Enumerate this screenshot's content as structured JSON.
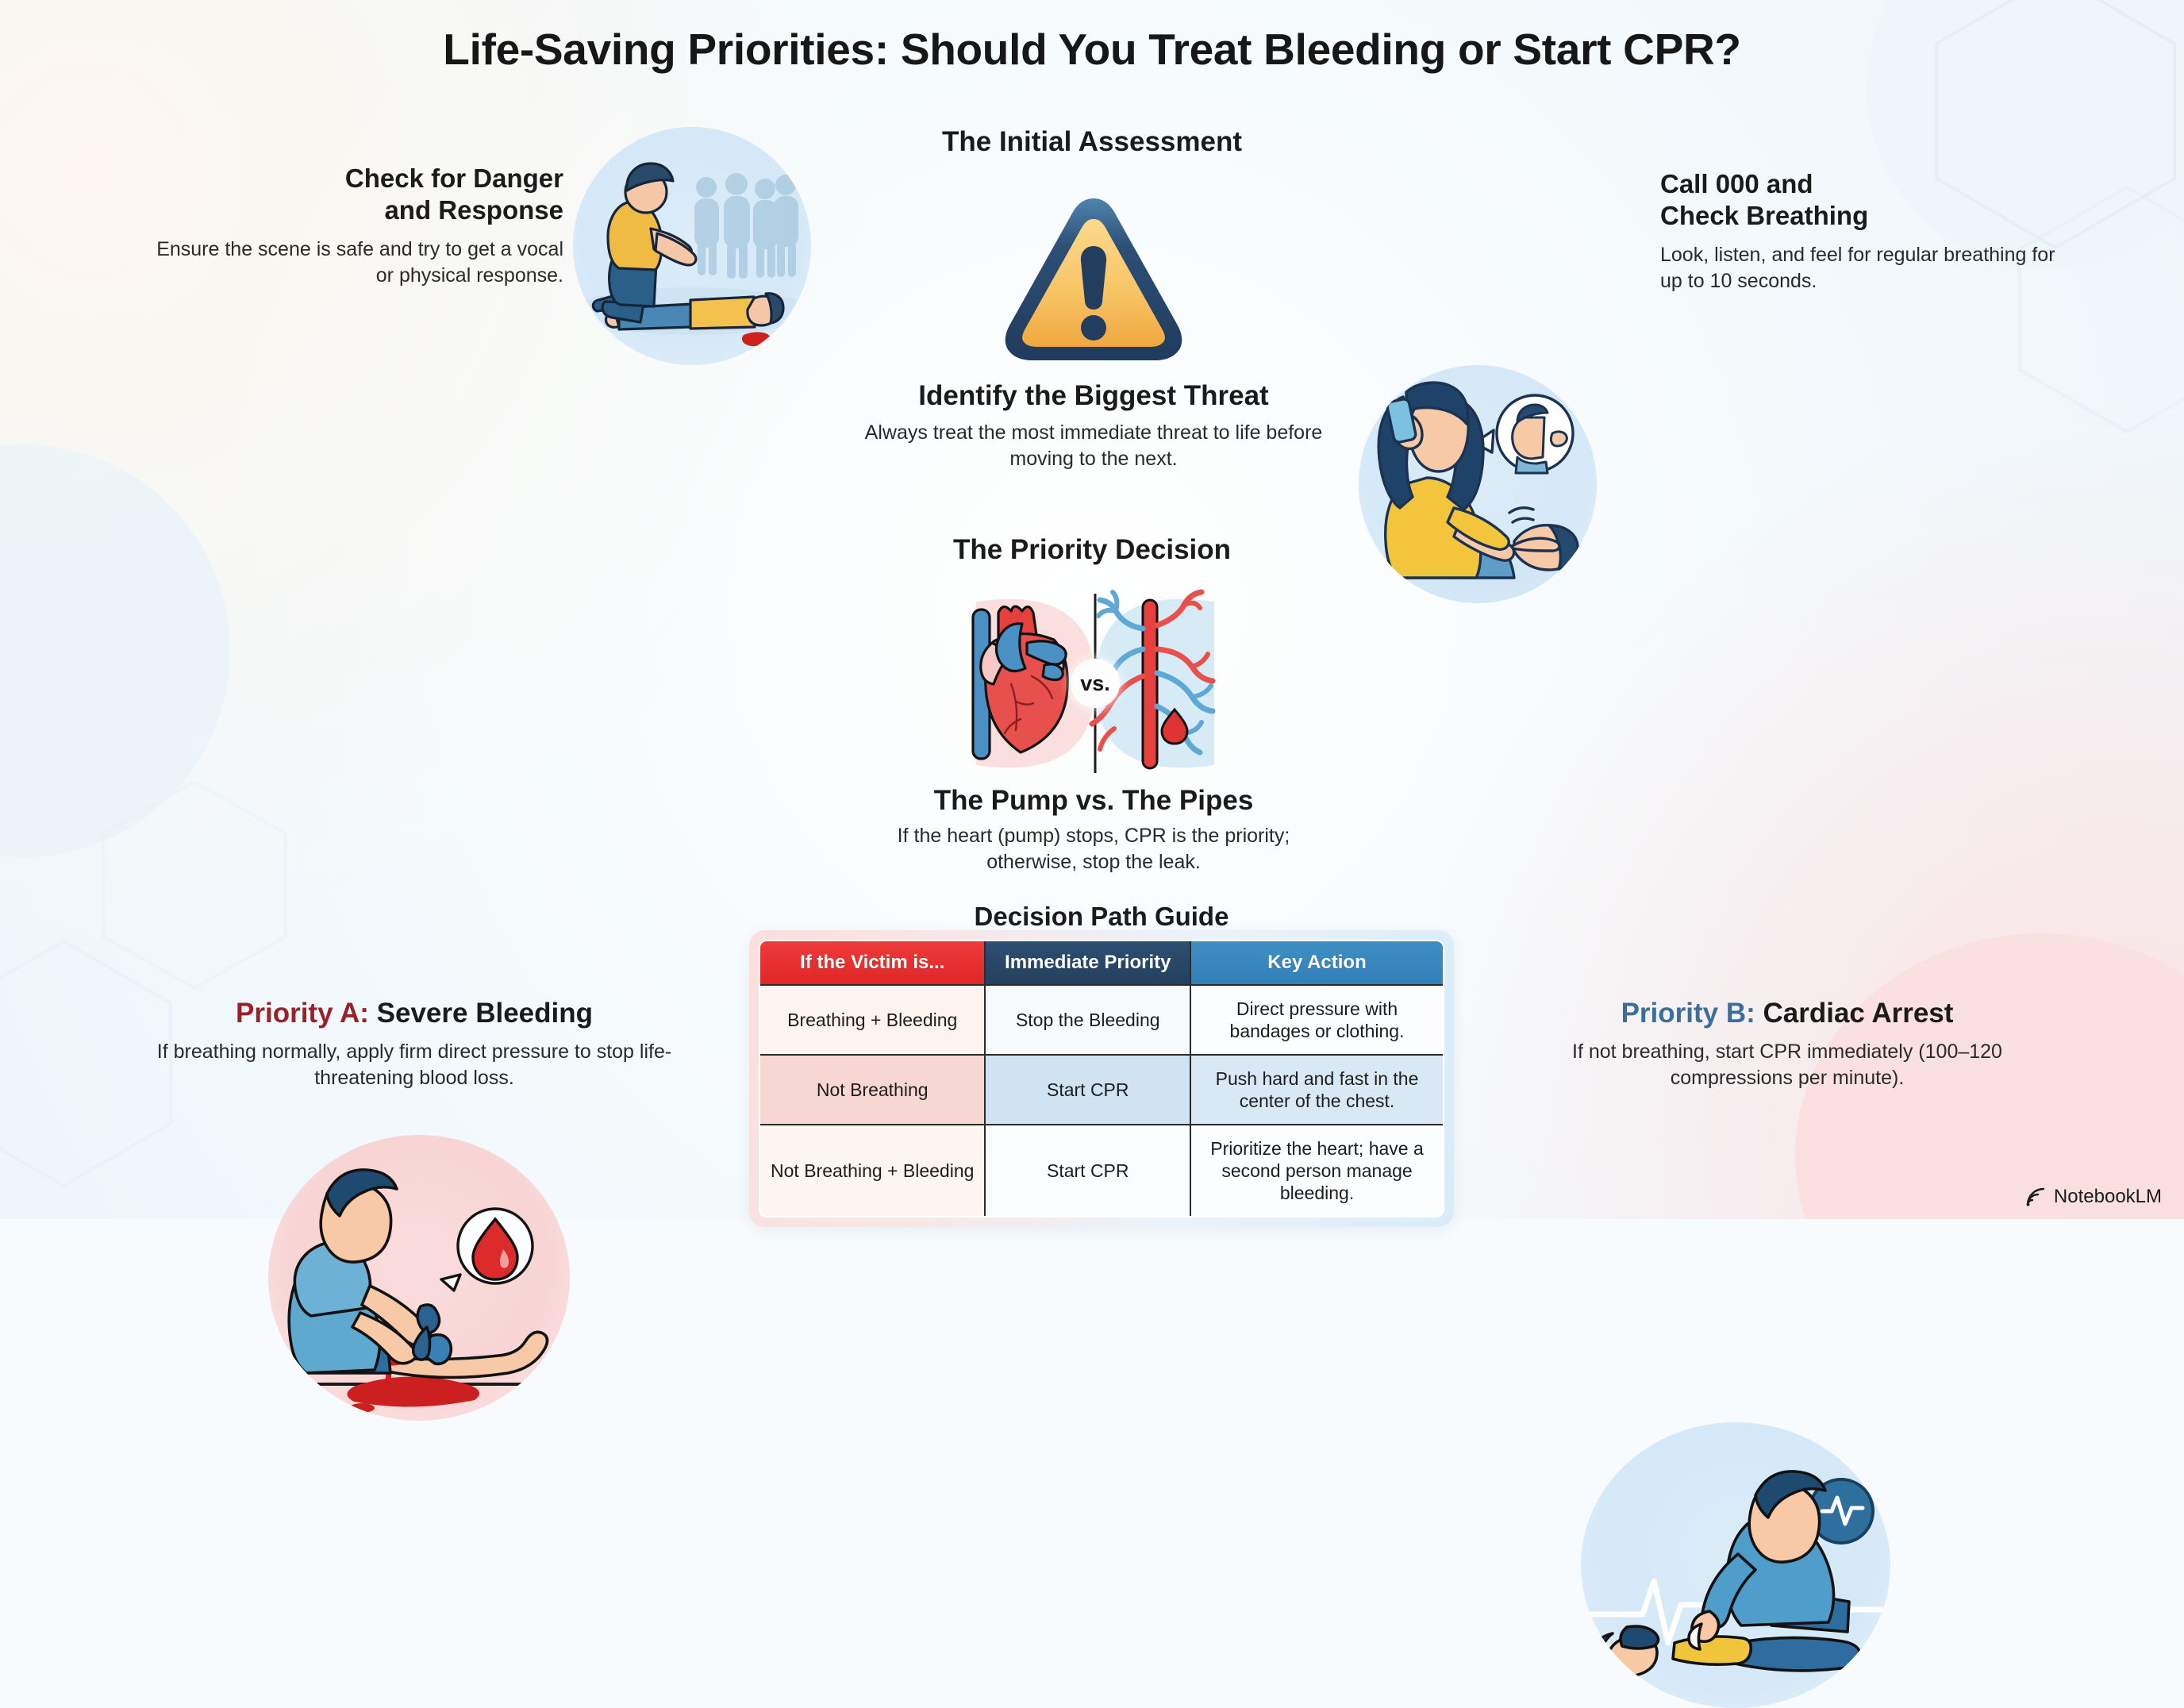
{
  "title": "Life-Saving Priorities: Should You Treat Bleeding or Start CPR?",
  "sections": {
    "initial_assessment": {
      "heading": "The Initial Assessment",
      "icon": "warning-triangle-icon",
      "sub_heading": "Identify the Biggest Threat",
      "sub_body": "Always treat the most immediate threat to life before moving to the next."
    },
    "check_danger": {
      "heading_line1": "Check for Danger",
      "heading_line2": "and Response",
      "body": "Ensure the scene is safe and try to get a vocal or physical response.",
      "illustration": "responder-checking-unconscious-person-illustration"
    },
    "call_000": {
      "heading_line1": "Call 000 and",
      "heading_line2": "Check Breathing",
      "body": "Look, listen, and feel for regular breathing for up to 10 seconds.",
      "illustration": "woman-calling-emergency-checking-breathing-illustration"
    },
    "priority_decision": {
      "heading": "The Priority Decision",
      "vs_label": "vs.",
      "illustration_left": "heart-anatomy-icon",
      "illustration_right": "blood-vessels-icon",
      "sub_heading": "The Pump vs. The Pipes",
      "sub_body": "If the heart (pump) stops, CPR is the priority; otherwise, stop the leak."
    },
    "priority_a": {
      "label": "Priority A:",
      "title": "Severe Bleeding",
      "body": "If breathing normally, apply firm direct pressure to stop life-threatening blood loss.",
      "illustration": "person-applying-tourniquet-to-bleeding-leg-illustration",
      "accent_color": "#9c2127"
    },
    "priority_b": {
      "label": "Priority B:",
      "title": "Cardiac Arrest",
      "body": "If not breathing, start CPR immediately (100–120 compressions per minute).",
      "illustration": "person-performing-cpr-chest-compressions-illustration",
      "accent_color": "#3a6f9c"
    }
  },
  "decision_table": {
    "heading": "Decision Path Guide",
    "columns": [
      "If the Victim is...",
      "Immediate Priority",
      "Key Action"
    ],
    "column_colors": [
      "#e02626",
      "#24405e",
      "#3180ba"
    ],
    "rows": [
      [
        "Breathing + Bleeding",
        "Stop the Bleeding",
        "Direct pressure with bandages or clothing."
      ],
      [
        "Not Breathing",
        "Start CPR",
        "Push hard and fast in the center of the chest."
      ],
      [
        "Not Breathing + Bleeding",
        "Start CPR",
        "Prioritize the heart; have a second person manage bleeding."
      ]
    ]
  },
  "watermark": {
    "label": "NotebookLM",
    "icon": "notebooklm-logo-icon"
  }
}
